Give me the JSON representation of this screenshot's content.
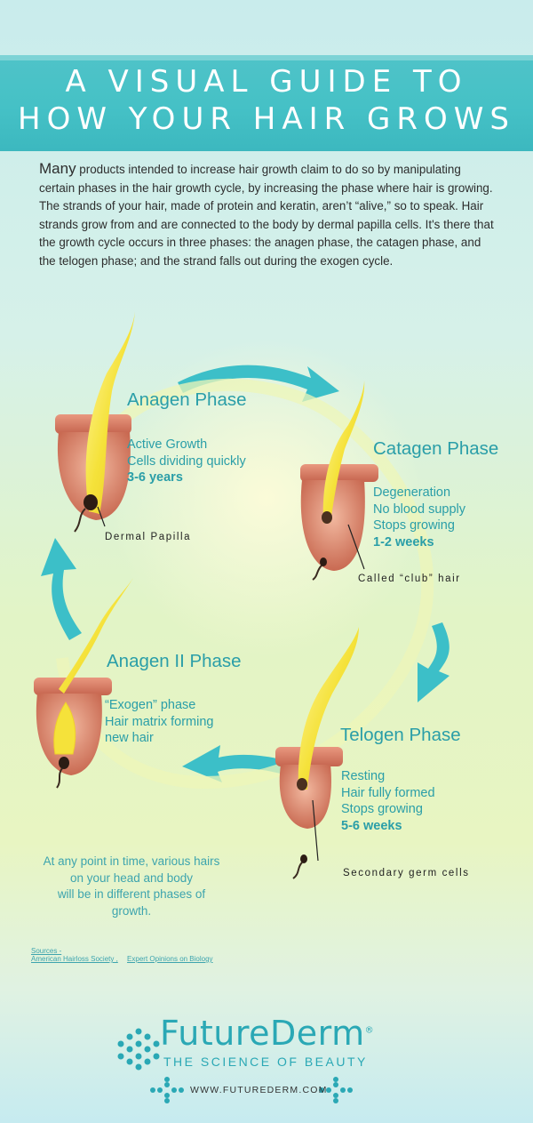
{
  "header": {
    "title_line1": "A VISUAL GUIDE TO",
    "title_line2": "HOW YOUR HAIR GROWS"
  },
  "intro": {
    "first_word": "Many",
    "text": " products intended to increase hair growth claim to do so by manipulating certain phases in the hair growth cycle, by increasing the phase where hair is growing. The strands of your hair, made of protein and keratin, aren’t “alive,” so to speak. Hair strands grow from and are connected to the body by dermal papilla cells. It's there that the growth cycle occurs in three phases: the anagen phase, the catagen phase, and the telogen phase; and the strand falls out during the exogen cycle."
  },
  "phases": {
    "anagen": {
      "title": "Anagen Phase",
      "line1": "Active Growth",
      "line2": "Cells dividing quickly",
      "duration": "3-6 years",
      "annotation": "Dermal Papilla"
    },
    "catagen": {
      "title": "Catagen Phase",
      "line1": "Degeneration",
      "line2": "No blood supply",
      "line3": "Stops growing",
      "duration": "1-2 weeks",
      "annotation": "Called “club” hair"
    },
    "telogen": {
      "title": "Telogen Phase",
      "line1": "Resting",
      "line2": "Hair fully formed",
      "line3": "Stops growing",
      "duration": "5-6 weeks",
      "annotation": "Secondary germ cells"
    },
    "anagen2": {
      "title": "Anagen II Phase",
      "line1": "“Exogen” phase",
      "line2": "Hair matrix forming",
      "line3": "new hair"
    }
  },
  "note": {
    "line1": "At any point in time, various hairs",
    "line2": "on your head and body",
    "line3": "will be in different phases of",
    "line4": "growth."
  },
  "sources": {
    "heading": "Sources -",
    "items": [
      "American Hairloss Society ,",
      "Expert Opinions on Biology"
    ]
  },
  "footer": {
    "brand": "FutureDerm",
    "registered": "®",
    "tagline": "THE SCIENCE OF BEAUTY",
    "url": "WWW.FUTUREDERM.COM"
  },
  "colors": {
    "accent": "#2a9ea8",
    "banner": "#45c1c6",
    "arrow": "#3cbfc8",
    "skin": "#d9826a",
    "hair": "#f5e23a"
  },
  "icons": [
    "futurederm-logo-icon",
    "arrow-icon",
    "hair-follicle-icon"
  ]
}
